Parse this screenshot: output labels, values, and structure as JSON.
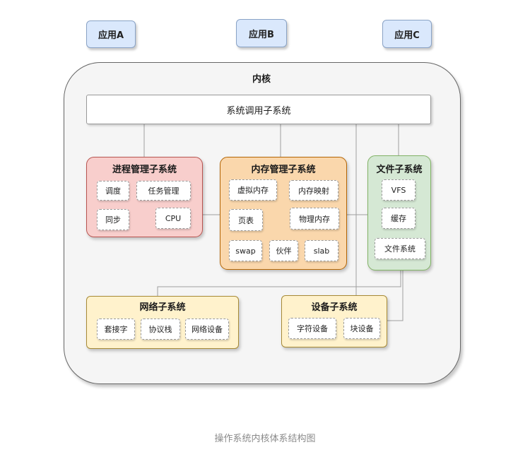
{
  "apps": [
    "应用A",
    "应用B",
    "应用C"
  ],
  "kernel": {
    "title": "内核",
    "syscall": "系统调用子系统",
    "process": {
      "title": "进程管理子系统",
      "items": [
        "调度",
        "任务管理",
        "同步",
        "CPU"
      ]
    },
    "memory": {
      "title": "内存管理子系统",
      "items": [
        "虚拟内存",
        "内存映射",
        "页表",
        "物理内存",
        "swap",
        "伙伴",
        "slab"
      ]
    },
    "file": {
      "title": "文件子系统",
      "items": [
        "VFS",
        "缓存",
        "文件系统"
      ]
    },
    "network": {
      "title": "网络子系统",
      "items": [
        "套接字",
        "协议栈",
        "网络设备"
      ]
    },
    "device": {
      "title": "设备子系统",
      "items": [
        "字符设备",
        "块设备"
      ]
    }
  },
  "caption": "操作系统内核体系结构图",
  "colors": {
    "app_fill": "#dae8fc",
    "process_fill": "#f8cecc",
    "memory_fill": "#fad7ac",
    "file_fill": "#d5e8d4",
    "network_fill": "#fff2cc",
    "device_fill": "#fff2cc",
    "kernel_fill": "#f5f5f5"
  }
}
